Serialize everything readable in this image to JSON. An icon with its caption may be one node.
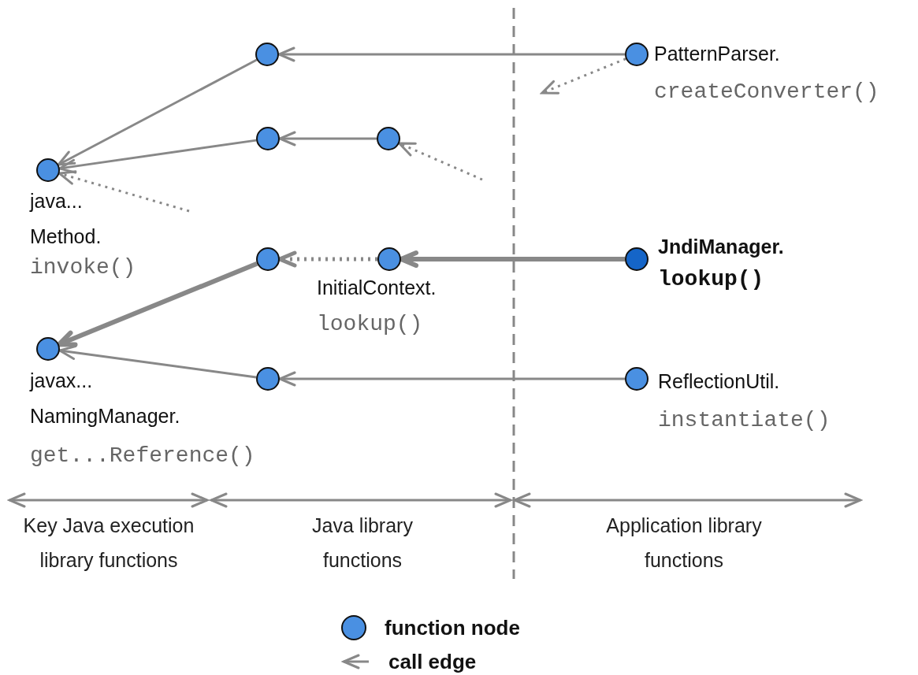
{
  "diagram": {
    "nodes": [
      {
        "text": [],
        "shape": "circle"
      },
      {
        "text": [],
        "shape": "circle",
        "beside": [
          "PatternParser.",
          "createConverter()"
        ]
      },
      {
        "text": [],
        "shape": "circle"
      },
      {
        "text": [],
        "shape": "circle"
      },
      {
        "text": [],
        "shape": "circle",
        "beside": [
          "java... Method.",
          "invoke()"
        ]
      },
      {
        "text": [],
        "shape": "circle"
      },
      {
        "text": [],
        "shape": "circle",
        "beside": [
          "InitialContext.",
          "lookup()"
        ]
      },
      {
        "text": [],
        "shape": "circle",
        "beside": [
          "JndiManager.",
          "lookup()"
        ]
      },
      {
        "text": [],
        "shape": "circle",
        "beside": [
          "javax... NamingManager.",
          "get...Reference()"
        ]
      },
      {
        "text": [],
        "shape": "circle"
      },
      {
        "text": [],
        "shape": "circle",
        "beside": [
          "ReflectionUtil.",
          "instantiate()"
        ]
      }
    ],
    "edges": [
      {
        "from": 1,
        "to": 0,
        "arrow": "to"
      },
      {
        "from": 0,
        "to": 4,
        "arrow": "to"
      },
      {
        "from": 3,
        "to": 2,
        "arrow": "to"
      },
      {
        "from": 2,
        "to": 4,
        "arrow": "to"
      },
      {
        "from": null,
        "to": 4,
        "arrow": "to",
        "style": "dashed"
      },
      {
        "from": null,
        "to": 3,
        "arrow": "to",
        "style": "dashed"
      },
      {
        "from": 1,
        "to": null,
        "arrow": "to",
        "style": "dashed"
      },
      {
        "from": 7,
        "to": 6,
        "arrow": "to",
        "style": "thick"
      },
      {
        "from": 6,
        "to": 5,
        "arrow": "to",
        "style": "dashed"
      },
      {
        "from": 5,
        "to": 8,
        "arrow": "to",
        "style": "thick"
      },
      {
        "from": 10,
        "to": 9,
        "arrow": "to"
      },
      {
        "from": 9,
        "to": 8,
        "arrow": "to"
      }
    ],
    "labels": [
      "Key Java execution library functions",
      "Java library functions",
      "Application library functions"
    ],
    "legend": [
      {
        "text": "function node",
        "color": "#4a90e2"
      },
      {
        "text": "call edge"
      }
    ]
  }
}
